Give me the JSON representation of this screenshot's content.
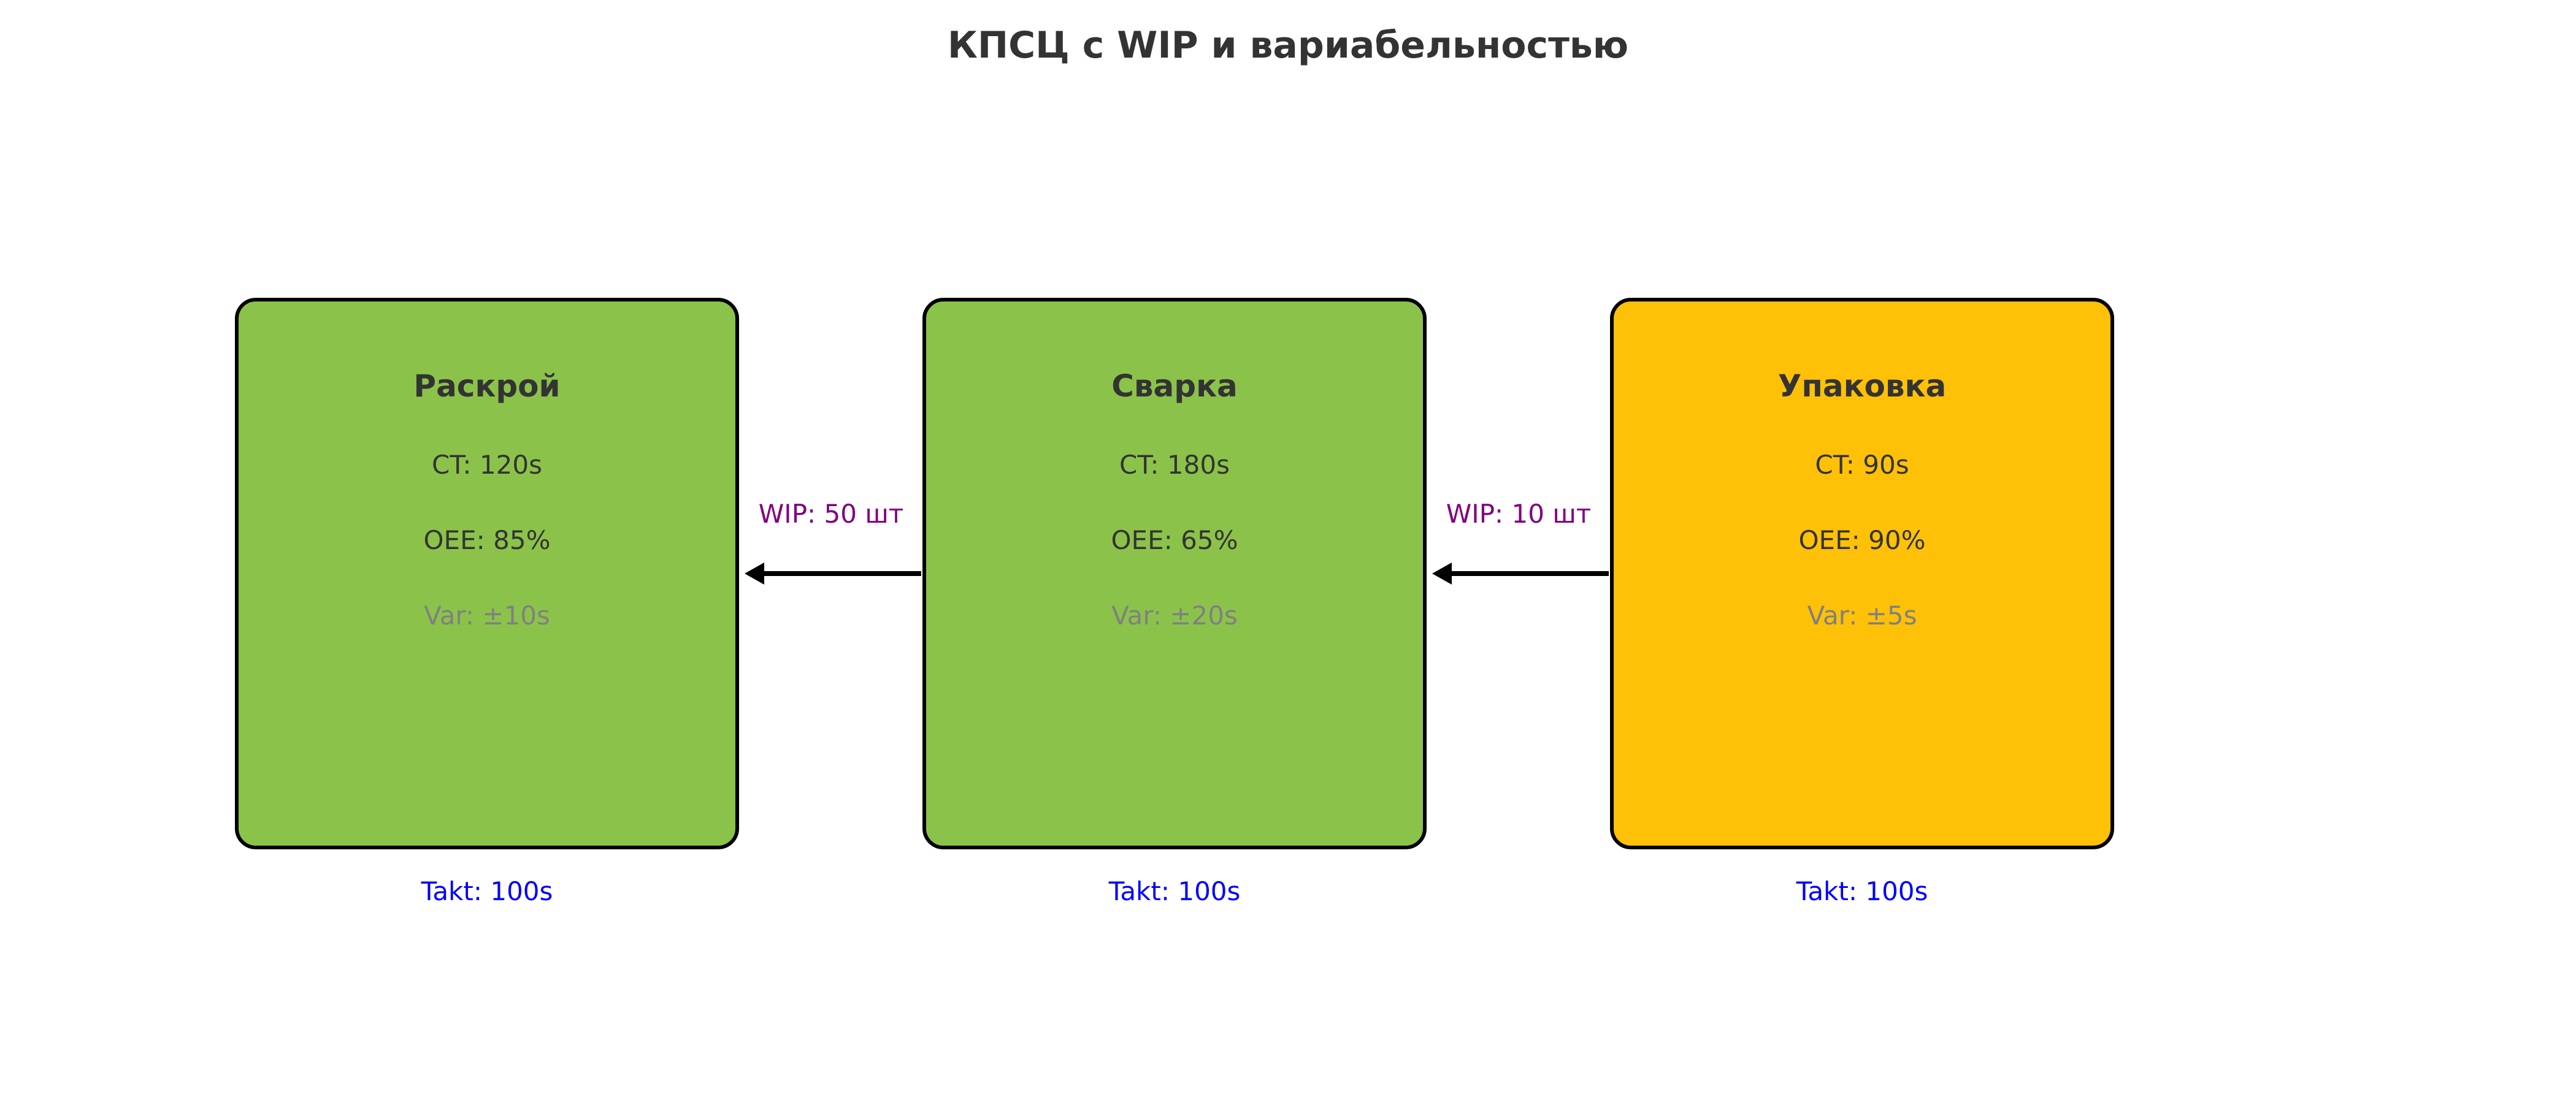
{
  "title": "КПСЦ с WIP и вариабельностью",
  "colors": {
    "green_station": "#8bc34a",
    "amber_station": "#ffc107",
    "border": "#000000",
    "text_dark": "#333333",
    "text_var": "#808080",
    "takt": "#0000ff",
    "wip": "#800080"
  },
  "stations": [
    {
      "name": "Раскрой",
      "ct": "CT: 120s",
      "oee": "OEE: 85%",
      "var": "Var: ±10s",
      "takt": "Takt: 100s",
      "fill": "#8bc34a"
    },
    {
      "name": "Сварка",
      "ct": "CT: 180s",
      "oee": "OEE: 65%",
      "var": "Var: ±20s",
      "takt": "Takt: 100s",
      "fill": "#8bc34a"
    },
    {
      "name": "Упаковка",
      "ct": "CT: 90s",
      "oee": "OEE: 90%",
      "var": "Var: ±5s",
      "takt": "Takt: 100s",
      "fill": "#ffc107"
    }
  ],
  "buffers": [
    {
      "label": "WIP: 50 шт"
    },
    {
      "label": "WIP: 10 шт"
    }
  ]
}
